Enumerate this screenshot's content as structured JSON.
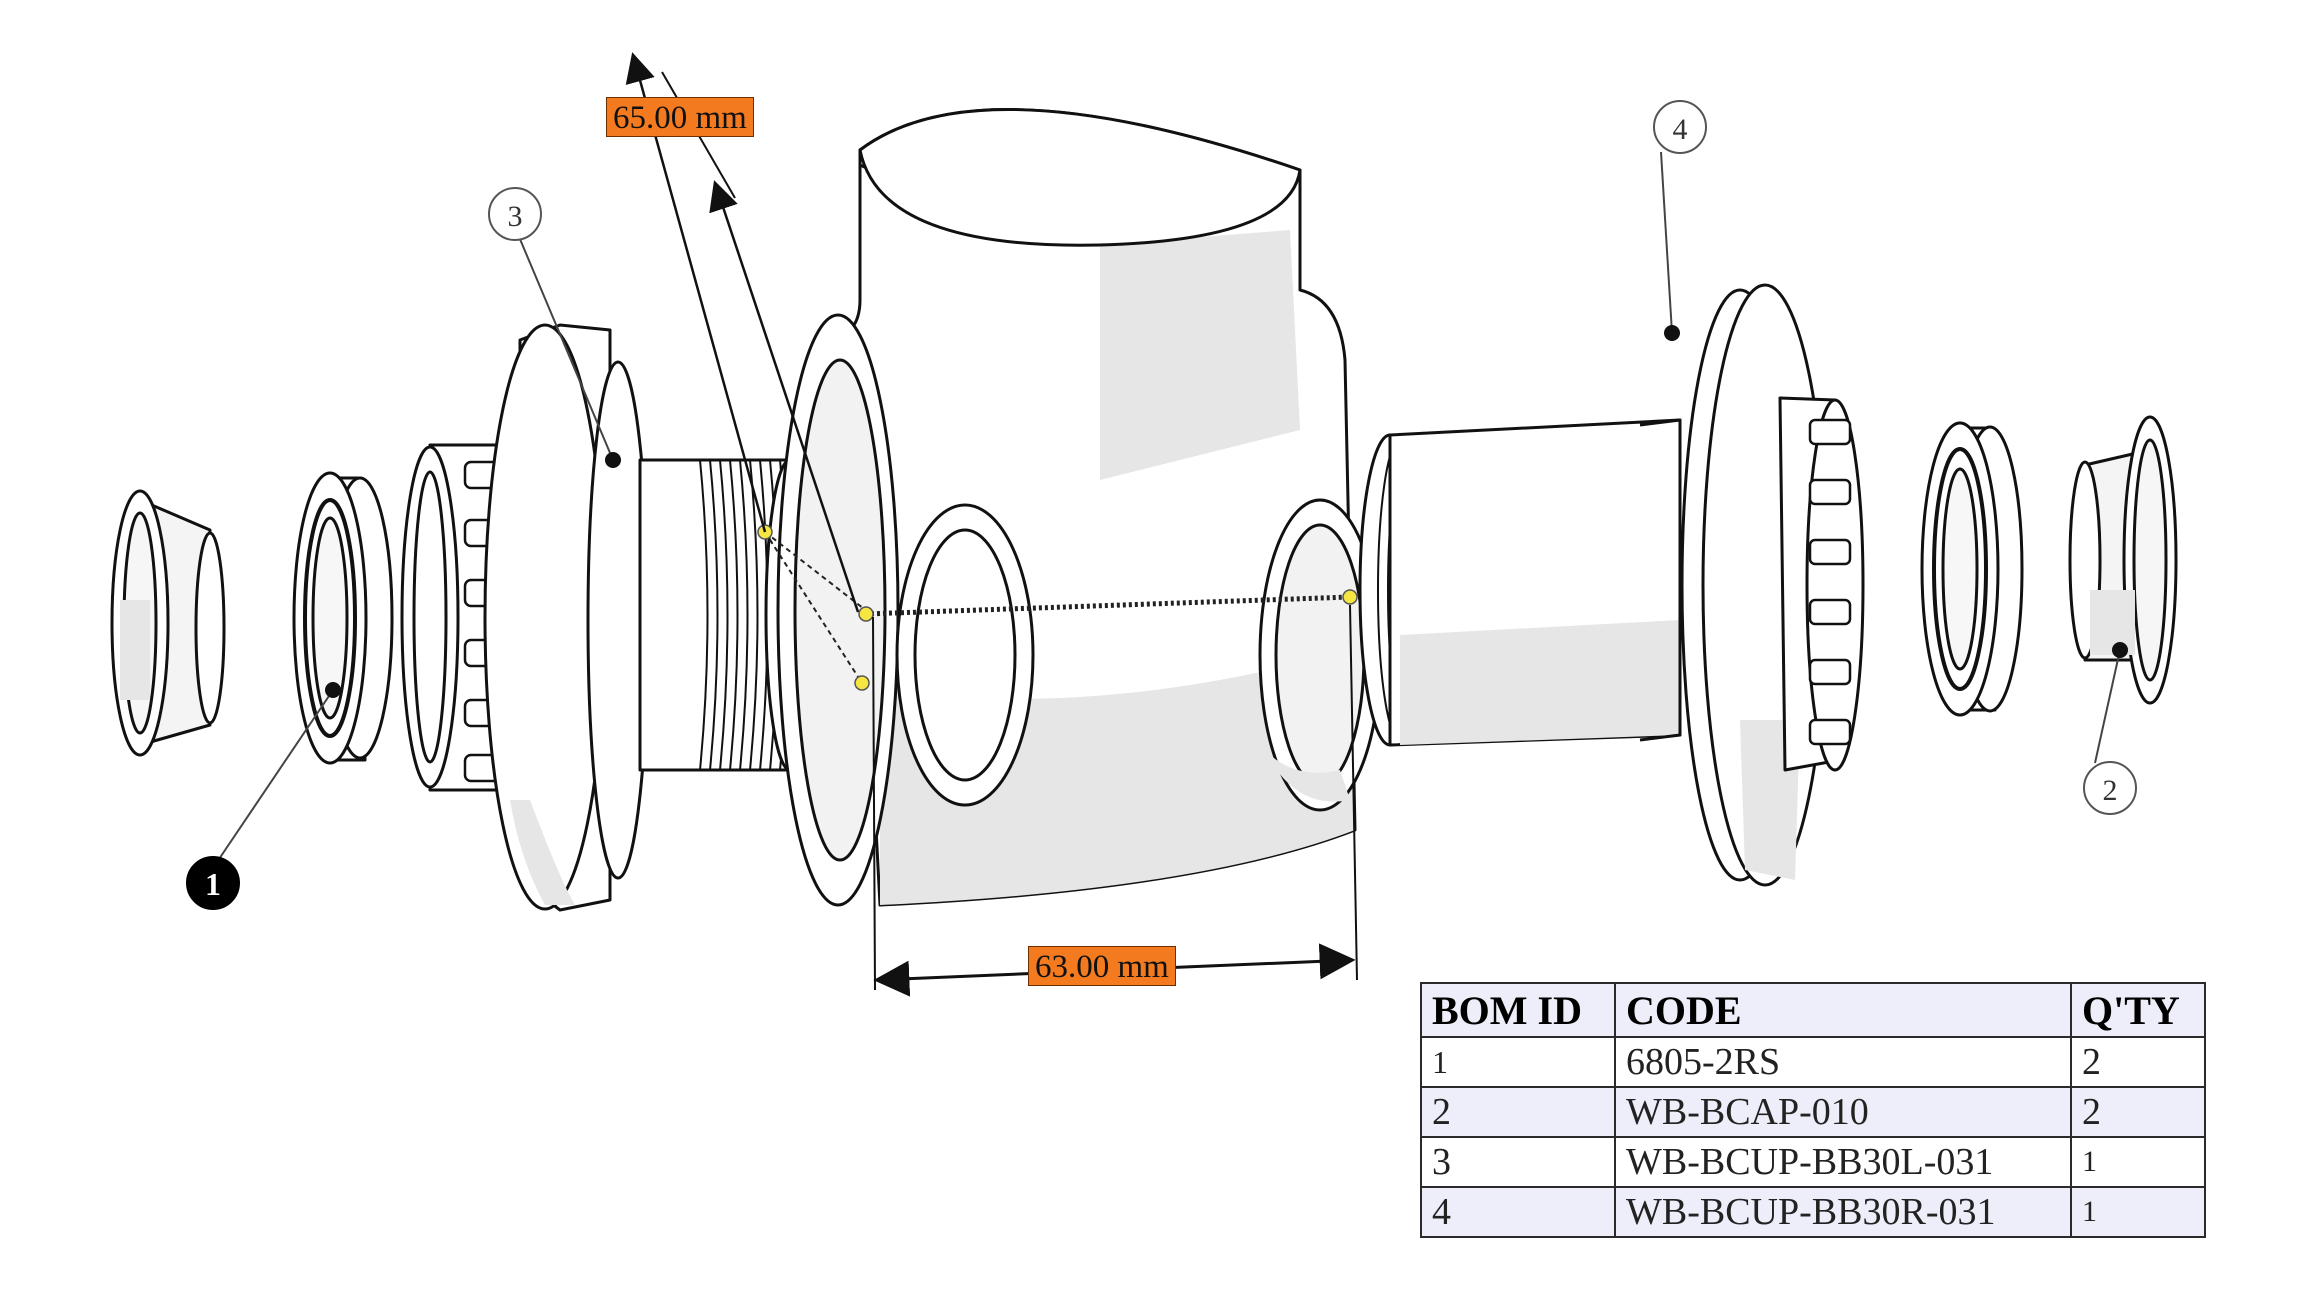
{
  "dimensions": {
    "thread_depth": "65.00 mm",
    "shell_width": "63.00 mm"
  },
  "balloons": [
    {
      "id": "1",
      "style": "filled"
    },
    {
      "id": "2",
      "style": "outline"
    },
    {
      "id": "3",
      "style": "outline"
    },
    {
      "id": "4",
      "style": "outline"
    }
  ],
  "bom": {
    "headers": [
      "BOM ID",
      "CODE",
      "Q'TY"
    ],
    "rows": [
      {
        "id": "1",
        "code": "6805-2RS",
        "qty": "2"
      },
      {
        "id": "2",
        "code": "WB-BCAP-010",
        "qty": "2"
      },
      {
        "id": "3",
        "code": "WB-BCUP-BB30L-031",
        "qty": "1"
      },
      {
        "id": "4",
        "code": "WB-BCUP-BB30R-031",
        "qty": "1"
      }
    ]
  },
  "colors": {
    "dimension_label": "#f47a20",
    "measure_point": "#f5e642",
    "table_shade": "#eeeefa",
    "shading": "#e6e6e6"
  }
}
